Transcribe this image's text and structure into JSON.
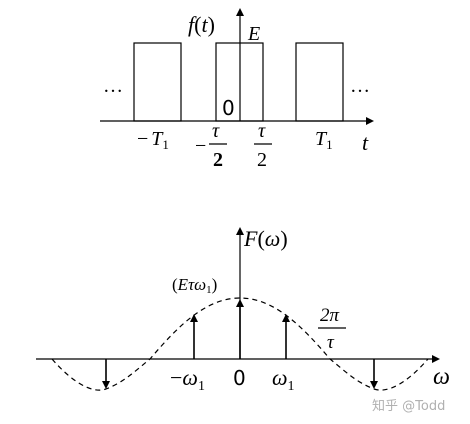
{
  "top_plot": {
    "y_label_f": "f",
    "y_label_paren_open": "(",
    "y_label_t": "t",
    "y_label_paren_close": ")",
    "amplitude_label": "E",
    "origin_label": "0",
    "x_axis_label": "t",
    "ellipsis_left": "…",
    "ellipsis_right": "…",
    "tick_neg_t1_sign": "−",
    "tick_neg_t1_letter": "T",
    "tick_neg_t1_sub": "1",
    "tick_neg_tau_sign": "−",
    "tick_neg_tau_num": "τ",
    "tick_neg_tau_den": "2",
    "tick_pos_tau_num": "τ",
    "tick_pos_tau_den": "2",
    "tick_pos_t1_letter": "T",
    "tick_pos_t1_sub": "1",
    "pulse_color": "#000000"
  },
  "bottom_plot": {
    "y_label_F": "F",
    "y_label_paren_open": "(",
    "y_label_omega": "ω",
    "y_label_paren_close": ")",
    "peak_label_open": "(",
    "peak_label_E": "E",
    "peak_label_tau": "τ",
    "peak_label_omega": "ω",
    "peak_label_sub": "1",
    "peak_label_close": ")",
    "zero_freq_num": "2π",
    "zero_freq_den": "τ",
    "tick_neg_omega1_sign": "−",
    "tick_neg_omega1_letter": "ω",
    "tick_neg_omega1_sub": "1",
    "tick_zero": "0",
    "tick_pos_omega1_letter": "ω",
    "tick_pos_omega1_sub": "1",
    "x_axis_label": "ω",
    "envelope_style": "dashed"
  },
  "watermark": "知乎 @Todd"
}
